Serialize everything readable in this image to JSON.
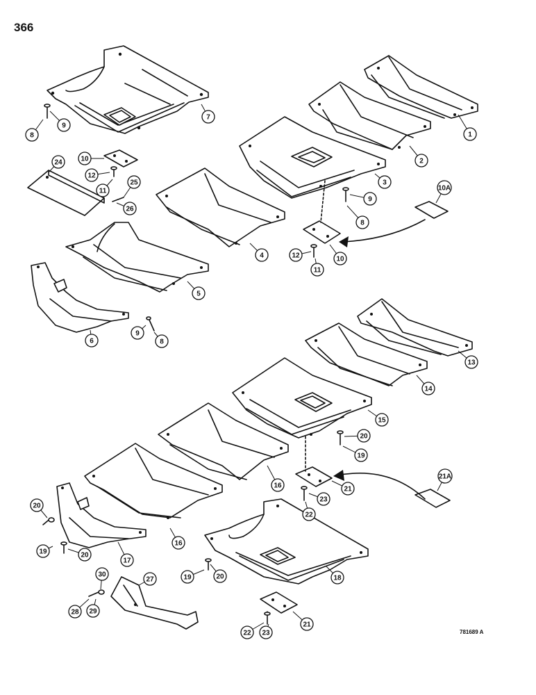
{
  "page_number": "366",
  "drawing_code": "781689 A",
  "callouts": [
    {
      "id": "c7",
      "label": "7"
    },
    {
      "id": "c8a",
      "label": "8"
    },
    {
      "id": "c9a",
      "label": "9"
    },
    {
      "id": "c10a",
      "label": "10"
    },
    {
      "id": "c12a",
      "label": "12"
    },
    {
      "id": "c11a",
      "label": "11"
    },
    {
      "id": "c24",
      "label": "24"
    },
    {
      "id": "c25",
      "label": "25"
    },
    {
      "id": "c26",
      "label": "26"
    },
    {
      "id": "c1",
      "label": "1"
    },
    {
      "id": "c2",
      "label": "2"
    },
    {
      "id": "c3",
      "label": "3"
    },
    {
      "id": "c9b",
      "label": "9"
    },
    {
      "id": "c8b",
      "label": "8"
    },
    {
      "id": "c10A",
      "label": "10A"
    },
    {
      "id": "c12b",
      "label": "12"
    },
    {
      "id": "c11b",
      "label": "11"
    },
    {
      "id": "c10b",
      "label": "10"
    },
    {
      "id": "c4",
      "label": "4"
    },
    {
      "id": "c5",
      "label": "5"
    },
    {
      "id": "c6",
      "label": "6"
    },
    {
      "id": "c9c",
      "label": "9"
    },
    {
      "id": "c8c",
      "label": "8"
    },
    {
      "id": "c13",
      "label": "13"
    },
    {
      "id": "c14",
      "label": "14"
    },
    {
      "id": "c15",
      "label": "15"
    },
    {
      "id": "c20a",
      "label": "20"
    },
    {
      "id": "c19a",
      "label": "19"
    },
    {
      "id": "c16a",
      "label": "16"
    },
    {
      "id": "c21A",
      "label": "21A"
    },
    {
      "id": "c21a",
      "label": "21"
    },
    {
      "id": "c23a",
      "label": "23"
    },
    {
      "id": "c22a",
      "label": "22"
    },
    {
      "id": "c20b",
      "label": "20"
    },
    {
      "id": "c19b",
      "label": "19"
    },
    {
      "id": "c20c",
      "label": "20"
    },
    {
      "id": "c17",
      "label": "17"
    },
    {
      "id": "c16b",
      "label": "16"
    },
    {
      "id": "c19c",
      "label": "19"
    },
    {
      "id": "c20d",
      "label": "20"
    },
    {
      "id": "c18",
      "label": "18"
    },
    {
      "id": "c30",
      "label": "30"
    },
    {
      "id": "c27",
      "label": "27"
    },
    {
      "id": "c28",
      "label": "28"
    },
    {
      "id": "c29",
      "label": "29"
    },
    {
      "id": "c21b",
      "label": "21"
    },
    {
      "id": "c22b",
      "label": "22"
    },
    {
      "id": "c23b",
      "label": "23"
    }
  ]
}
